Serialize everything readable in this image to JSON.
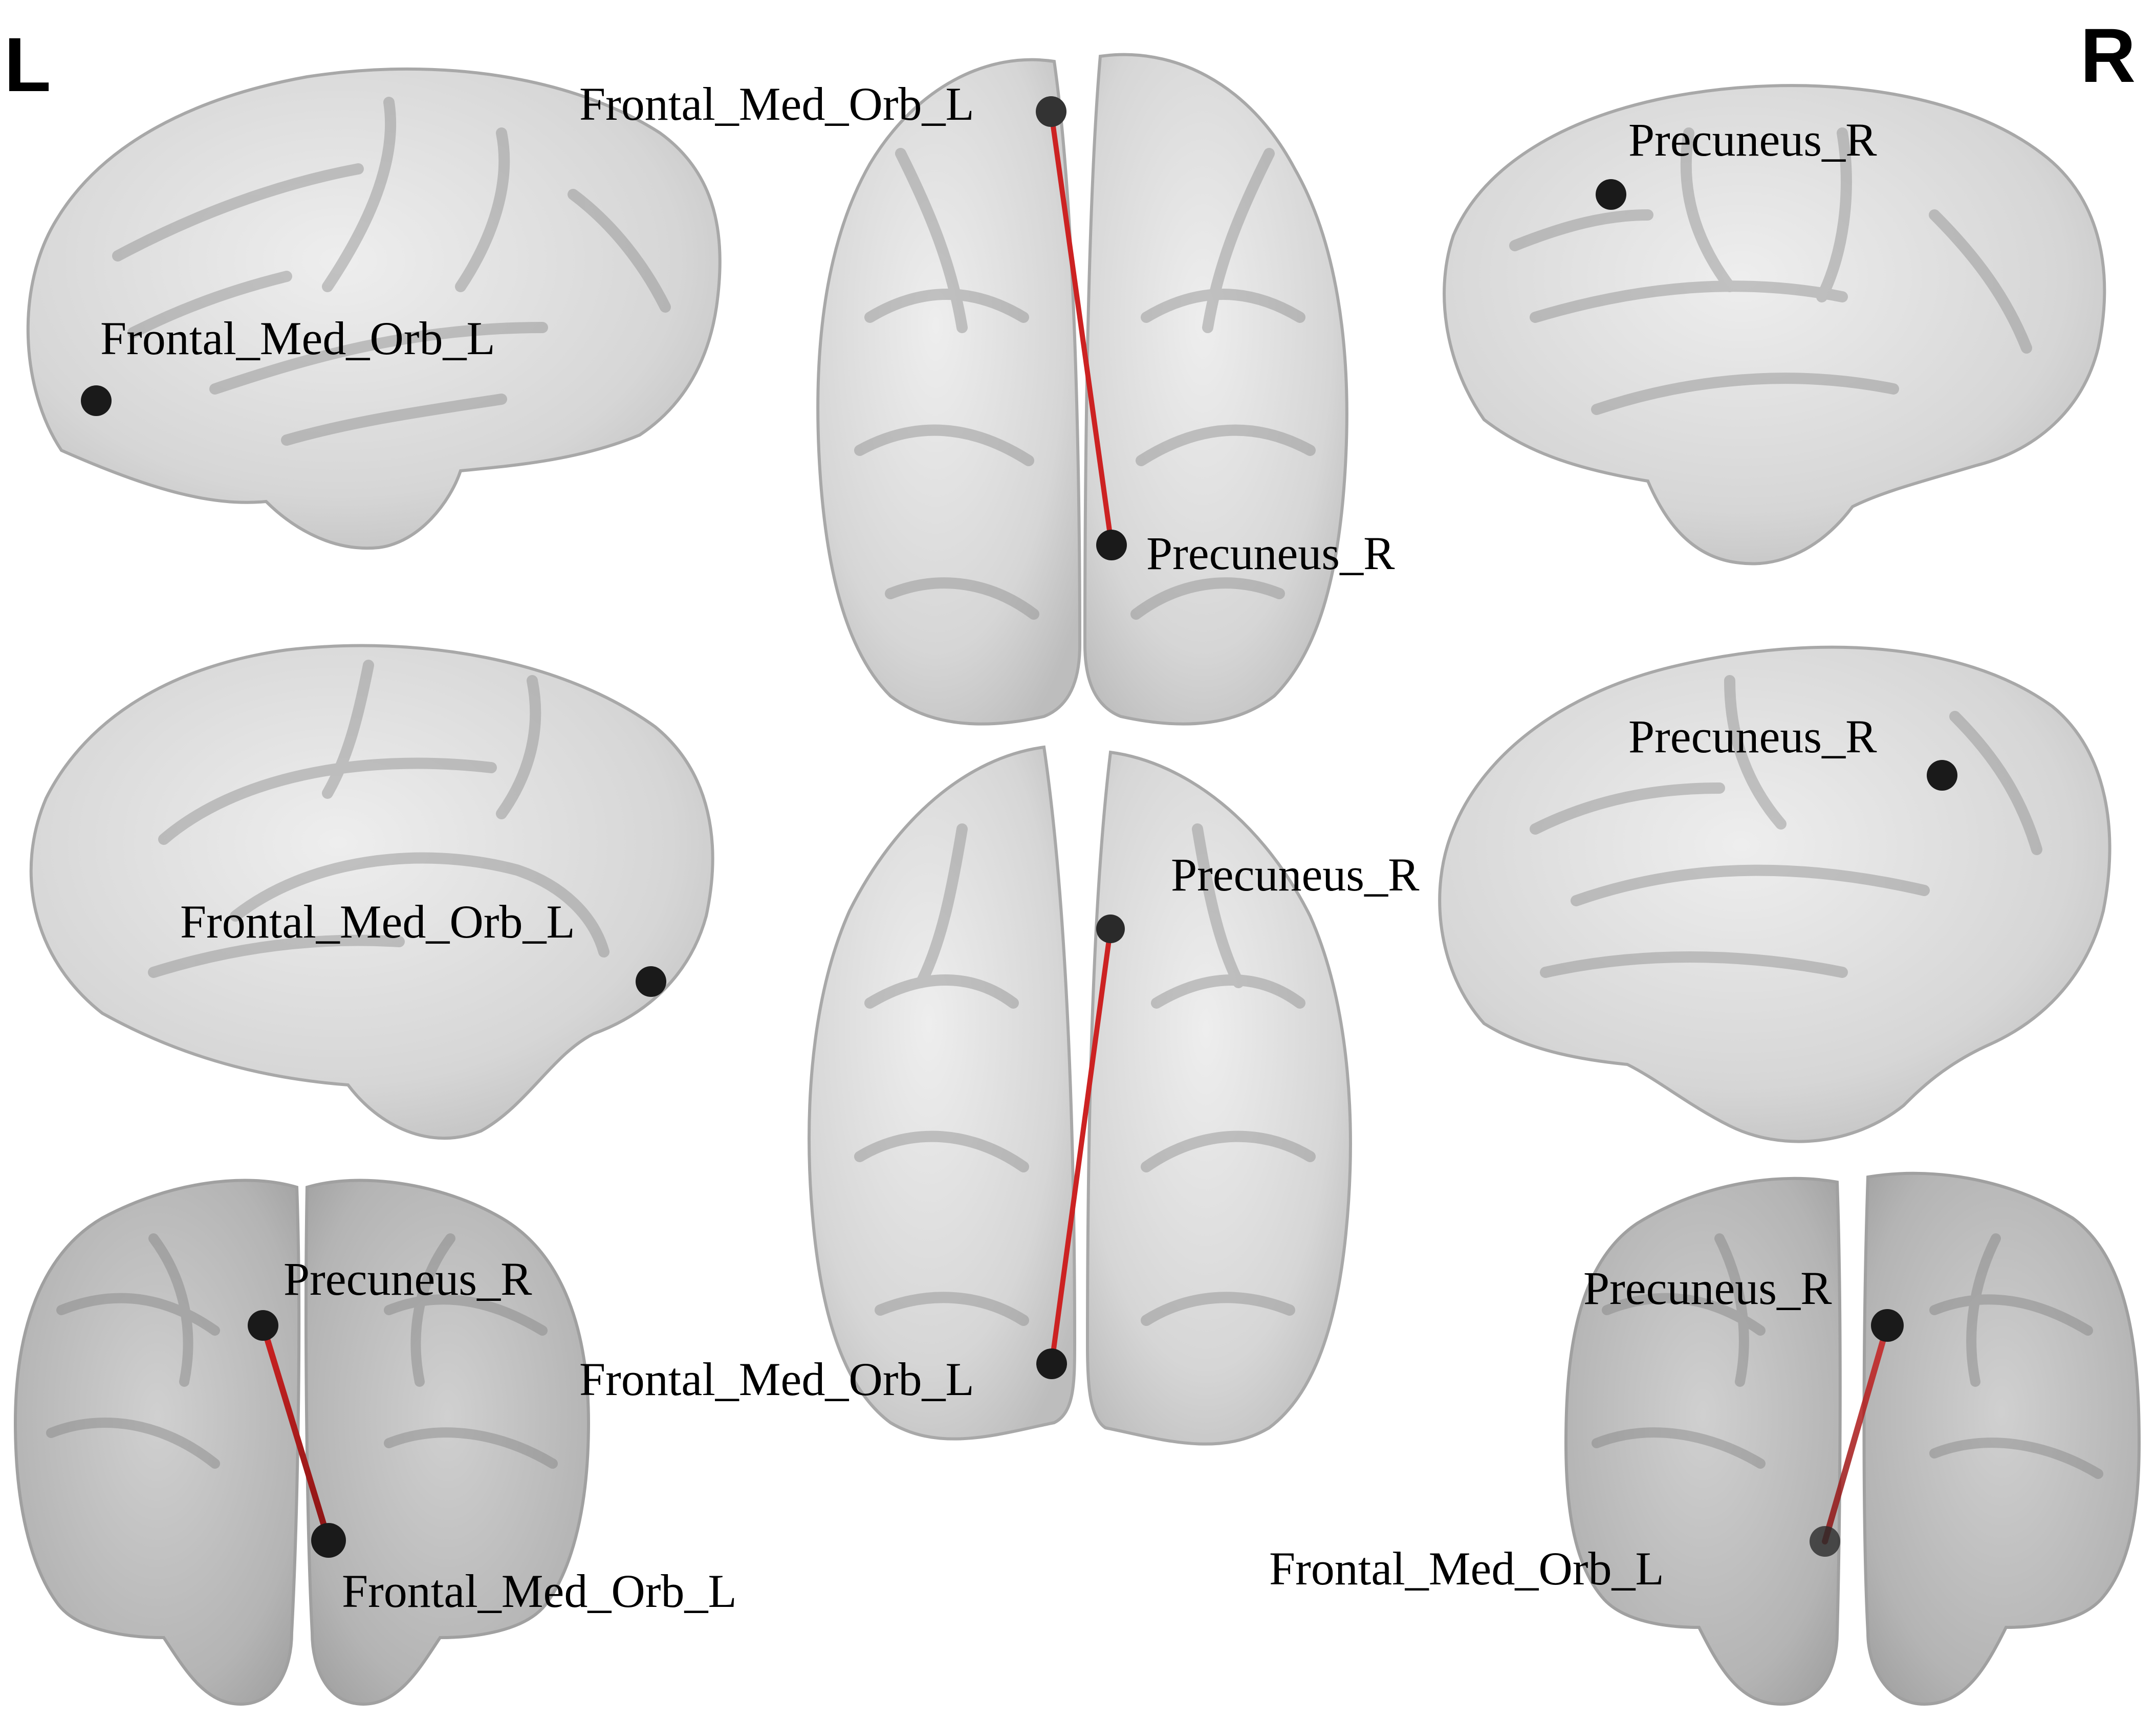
{
  "sides": {
    "left": "L",
    "right": "R"
  },
  "regions": {
    "frontal": "Frontal_Med_Orb_L",
    "precuneus": "Precuneus_R"
  },
  "views": [
    {
      "id": "left-lateral",
      "labels": [
        "Frontal_Med_Orb_L"
      ]
    },
    {
      "id": "left-medial",
      "labels": [
        "Frontal_Med_Orb_L"
      ]
    },
    {
      "id": "anterior",
      "labels": [
        "Precuneus_R",
        "Frontal_Med_Orb_L"
      ]
    },
    {
      "id": "dorsal",
      "labels": [
        "Frontal_Med_Orb_L",
        "Precuneus_R"
      ]
    },
    {
      "id": "ventral",
      "labels": [
        "Precuneus_R",
        "Frontal_Med_Orb_L"
      ]
    },
    {
      "id": "right-lateral",
      "labels": [
        "Precuneus_R"
      ]
    },
    {
      "id": "right-medial",
      "labels": [
        "Precuneus_R"
      ]
    },
    {
      "id": "posterior",
      "labels": [
        "Precuneus_R",
        "Frontal_Med_Orb_L"
      ]
    }
  ],
  "colors": {
    "brain_fill": "#d9d9d9",
    "brain_edge": "#a8a8a8",
    "sulcus": "#8c8c8c",
    "node": "#1a1a1a",
    "edge": "#cc2222"
  }
}
